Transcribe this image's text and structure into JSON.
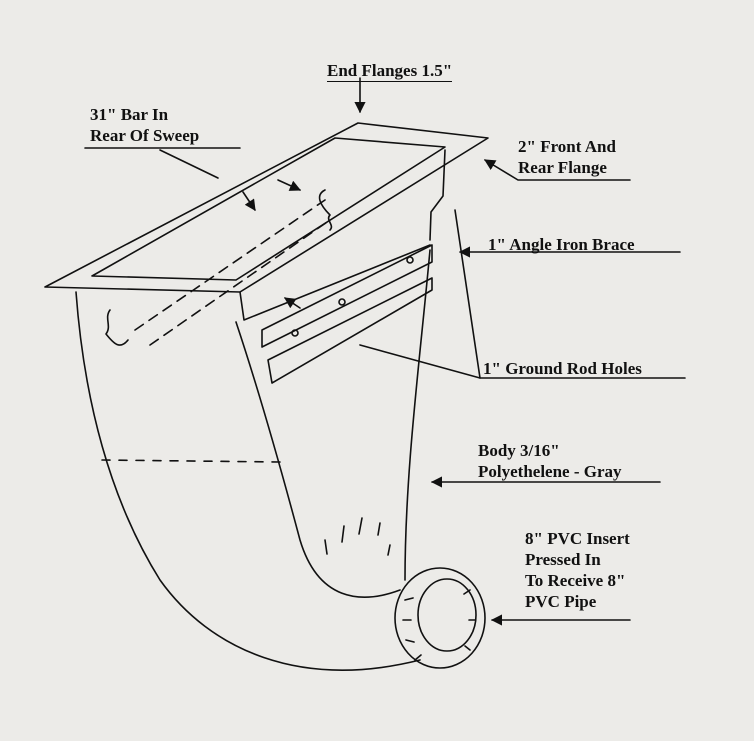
{
  "labels": {
    "end_flanges": "End Flanges 1.5\"",
    "bar_line1": "31\" Bar In",
    "bar_line2": "Rear Of Sweep",
    "flange_line1": "2\" Front And",
    "flange_line2": "Rear Flange",
    "angle_iron": "1\" Angle Iron Brace",
    "ground_rod": "1\" Ground Rod Holes",
    "body_line1": "Body  3/16\"",
    "body_line2": "Polyethelene - Gray",
    "pvc_line1": "8\" PVC Insert",
    "pvc_line2": "Pressed In",
    "pvc_line3": "To Receive 8\"",
    "pvc_line4": "PVC Pipe"
  },
  "colors": {
    "background": "#ecebe8",
    "ink": "#111111"
  }
}
